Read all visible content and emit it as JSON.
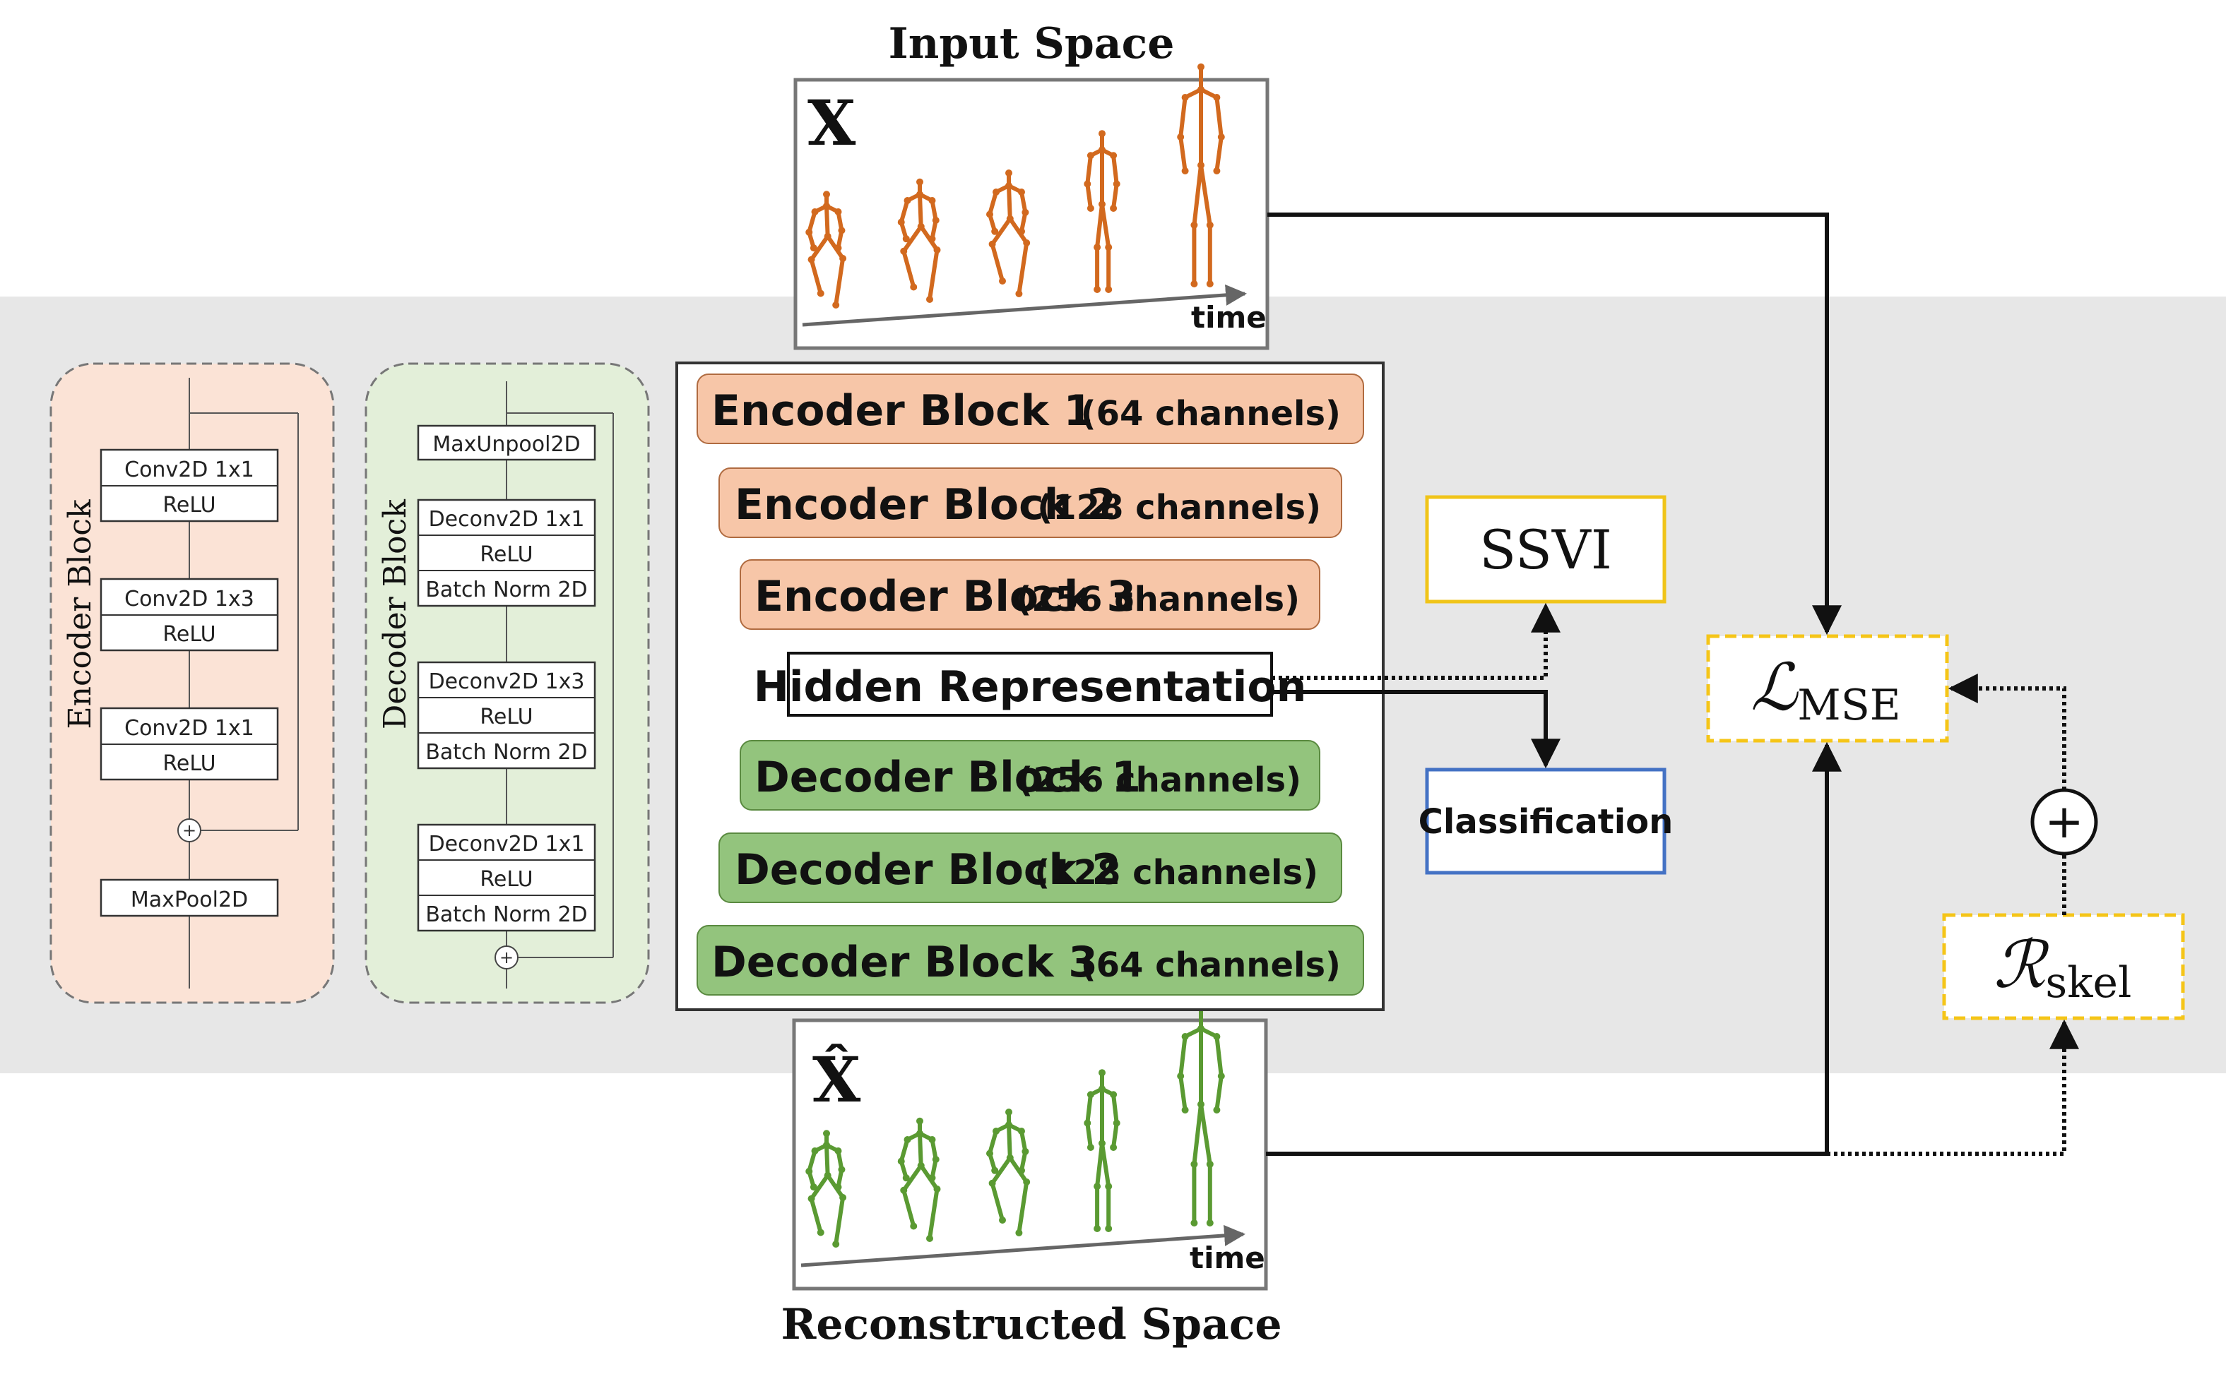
{
  "input_space": {
    "title": "Input Space",
    "symbol": "X",
    "time_label": "time"
  },
  "reconstructed_space": {
    "title": "Reconstructed Space",
    "symbol": "X̂",
    "time_label": "time"
  },
  "encoder_block_detail": {
    "label": "Encoder Block",
    "layers": [
      [
        "Conv2D 1x1",
        "ReLU"
      ],
      [
        "Conv2D 1x3",
        "ReLU"
      ],
      [
        "Conv2D 1x1",
        "ReLU"
      ],
      [
        "MaxPool2D"
      ]
    ]
  },
  "decoder_block_detail": {
    "label": "Decoder Block",
    "layers": [
      [
        "MaxUnpool2D"
      ],
      [
        "Deconv2D 1x1",
        "ReLU",
        "Batch Norm 2D"
      ],
      [
        "Deconv2D 1x3",
        "ReLU",
        "Batch Norm 2D"
      ],
      [
        "Deconv2D 1x1",
        "ReLU",
        "Batch Norm 2D"
      ]
    ]
  },
  "architecture": {
    "blocks": [
      {
        "name": "Encoder Block 1",
        "channels": "(64 channels)",
        "kind": "encoder"
      },
      {
        "name": "Encoder Block 2",
        "channels": "(128 channels)",
        "kind": "encoder"
      },
      {
        "name": "Encoder Block 3",
        "channels": "(256 channels)",
        "kind": "encoder"
      },
      {
        "name": "Hidden Representation",
        "channels": "",
        "kind": "hidden"
      },
      {
        "name": "Decoder Block 1",
        "channels": "(256 channels)",
        "kind": "decoder"
      },
      {
        "name": "Decoder Block 2",
        "channels": "(128 channels)",
        "kind": "decoder"
      },
      {
        "name": "Decoder Block 3",
        "channels": "(64 channels)",
        "kind": "decoder"
      }
    ]
  },
  "tasks": {
    "ssvi": "SSVI",
    "classification": "Classification"
  },
  "losses": {
    "mse": {
      "symbol": "ℒ",
      "subscript": "MSE"
    },
    "skel": {
      "symbol": "ℛ",
      "subscript": "skel"
    },
    "sum_symbol": "+"
  },
  "colors": {
    "encoder_fill": "#f7c6a8",
    "encoder_panel": "#fbe3d6",
    "decoder_fill": "#93c47d",
    "decoder_panel": "#e3efd9",
    "band": "#e7e7e7",
    "ssvi_border": "#f0c419",
    "classification_border": "#4472c4",
    "loss_border": "#f5c518",
    "skeleton_input": "#d2691e",
    "skeleton_output": "#5a9a32"
  }
}
